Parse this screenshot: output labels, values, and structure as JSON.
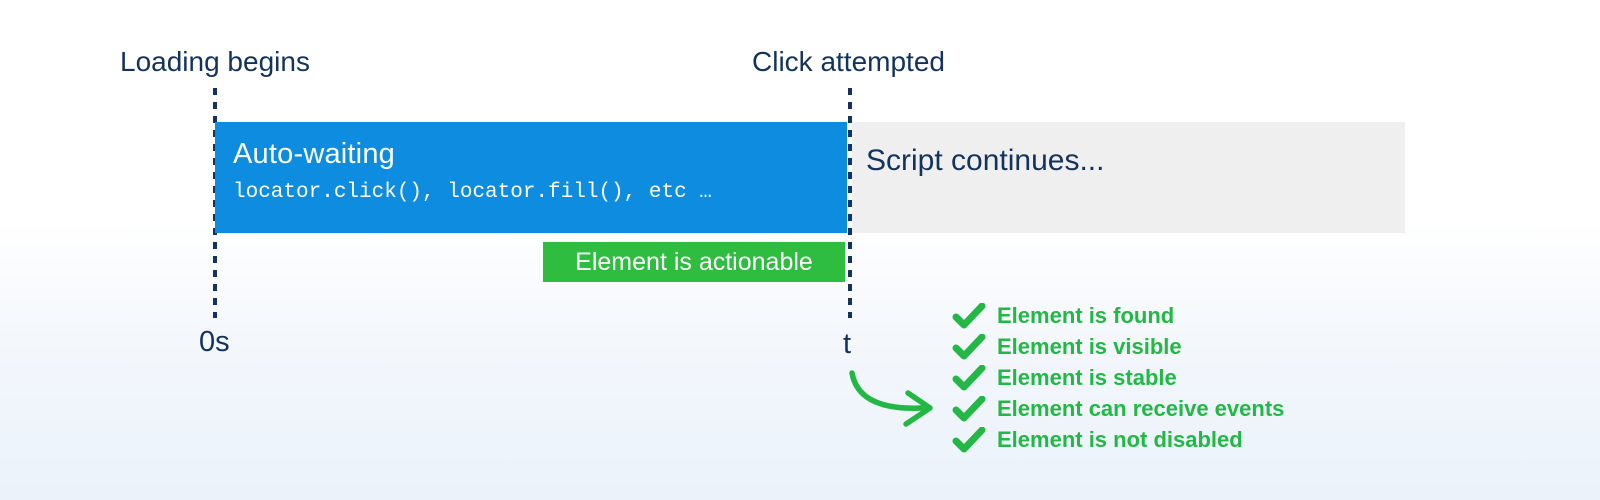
{
  "diagram": {
    "top_labels": {
      "loading_begins": "Loading begins",
      "click_attempted": "Click attempted"
    },
    "auto_waiting": {
      "title": "Auto-waiting",
      "code": "locator.click(), locator.fill(), etc …"
    },
    "script_continues": "Script continues...",
    "badge": "Element is actionable",
    "ticks": {
      "start": "0s",
      "end": "t"
    },
    "checklist": [
      "Element is found",
      "Element is visible",
      "Element is stable",
      "Element can receive events",
      "Element is not disabled"
    ],
    "colors": {
      "blue": "#0d8ce0",
      "gray": "#efefef",
      "navy": "#13335c",
      "badge_green": "#2ebd3f",
      "check_green": "#23b845"
    }
  }
}
